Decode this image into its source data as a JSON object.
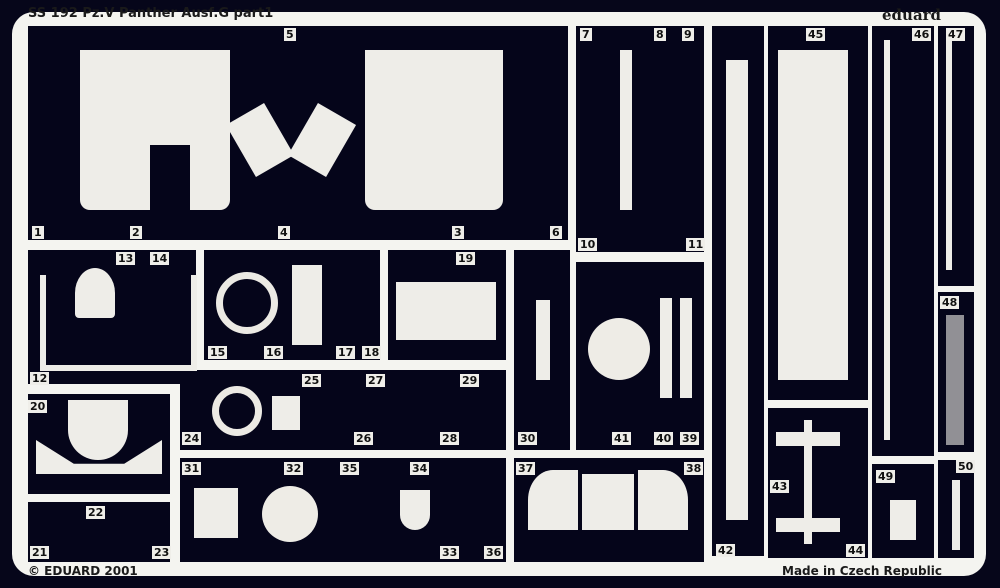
{
  "header": {
    "title": "SS 192 Pz.V Panther Ausf.G part1",
    "brand": "eduard"
  },
  "footer": {
    "copyright": "© EDUARD 2001",
    "origin": "Made in Czech Republic"
  },
  "part_numbers": [
    "1",
    "2",
    "3",
    "4",
    "5",
    "6",
    "7",
    "8",
    "9",
    "10",
    "11",
    "12",
    "13",
    "14",
    "15",
    "16",
    "17",
    "18",
    "19",
    "20",
    "21",
    "22",
    "23",
    "24",
    "25",
    "26",
    "27",
    "28",
    "29",
    "30",
    "31",
    "32",
    "33",
    "34",
    "35",
    "36",
    "37",
    "38",
    "39",
    "40",
    "41",
    "42",
    "43",
    "44",
    "45",
    "46",
    "47",
    "48",
    "49",
    "50"
  ],
  "colors": {
    "metal": "#eeede8",
    "background": "#06061a"
  }
}
